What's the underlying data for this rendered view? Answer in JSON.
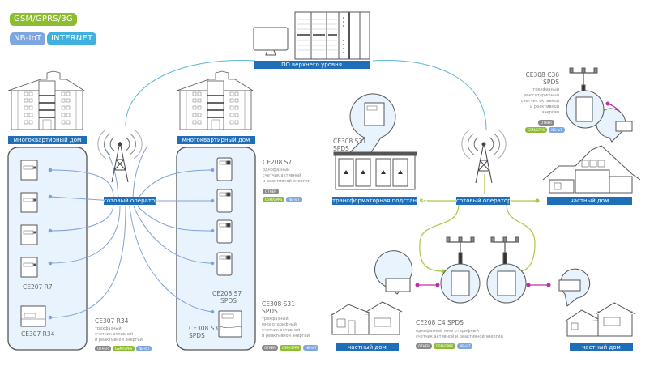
{
  "colors": {
    "gsm": "#8cbd2e",
    "nbiot": "#7ea6e0",
    "internet": "#3fb1e0",
    "label_bg": "#1f6fb8",
    "internet_line": "#5ab6d8",
    "gsm_line": "#a6c84a",
    "local_line": "#c02ca8",
    "meter_line": "#7fa3d8",
    "zone_bg": "#e8f3fd",
    "other_chip": "#8a8a8a"
  },
  "legend": {
    "gsm": "GSM/GPRS/3G",
    "nbiot": "NB-IoT",
    "internet": "INTERNET"
  },
  "top": {
    "software_label": "ПО верхнего уровня"
  },
  "buildings": {
    "left_label": "многоквартирный дом",
    "middle_label": "многоквартирный дом"
  },
  "operators": {
    "left": "сотовый оператор",
    "right": "сотовый оператор"
  },
  "substation": {
    "label": "трансформаторная подстанция",
    "model_line1": "CE308 S31",
    "model_line2": "SPDS"
  },
  "houses": {
    "right_top": "частный дом",
    "bottom_left": "частный дом",
    "bottom_right": "частный дом"
  },
  "chips": {
    "other": "OTHER",
    "gsm": "GSM/GPRS",
    "nbiot": "NB-IoT"
  },
  "left_zone": {
    "meter_r7": "CE207 R7",
    "meter_r34": "CE307 R34"
  },
  "middle_zone": {
    "meter_s7": "CE208 S7\nSPDS",
    "meter_s7_l1": "CE208 S7",
    "meter_s7_l2": "SPDS",
    "meter_s31_l1": "CE308 S31",
    "meter_s31_l2": "SPDS"
  },
  "descriptions": {
    "ce307r34": {
      "title": "CE307 R34",
      "lines": [
        "трехфазный",
        "счетчик активной",
        "и реактивной энергии"
      ]
    },
    "ce208s7": {
      "title": "CE208 S7",
      "lines": [
        "однофазный",
        "счетчик активной",
        "и реактивной энергии"
      ]
    },
    "ce308s31": {
      "title1": "CE308 S31",
      "title2": "SPDS",
      "lines": [
        "трехфазный",
        "многотарифный",
        "счетчик активной",
        "и реактивной энергии"
      ]
    },
    "ce308c36": {
      "title1": "CE308 C36",
      "title2": "SPDS",
      "lines": [
        "трехфазный",
        "многотарифный",
        "счетчик активной",
        "и реактивной",
        "энергии"
      ]
    },
    "ce208c4": {
      "title": "CE208 C4 SPDS",
      "lines": [
        "однофазный многотарифный",
        "счетчик активной и реактивной энергии"
      ]
    }
  }
}
